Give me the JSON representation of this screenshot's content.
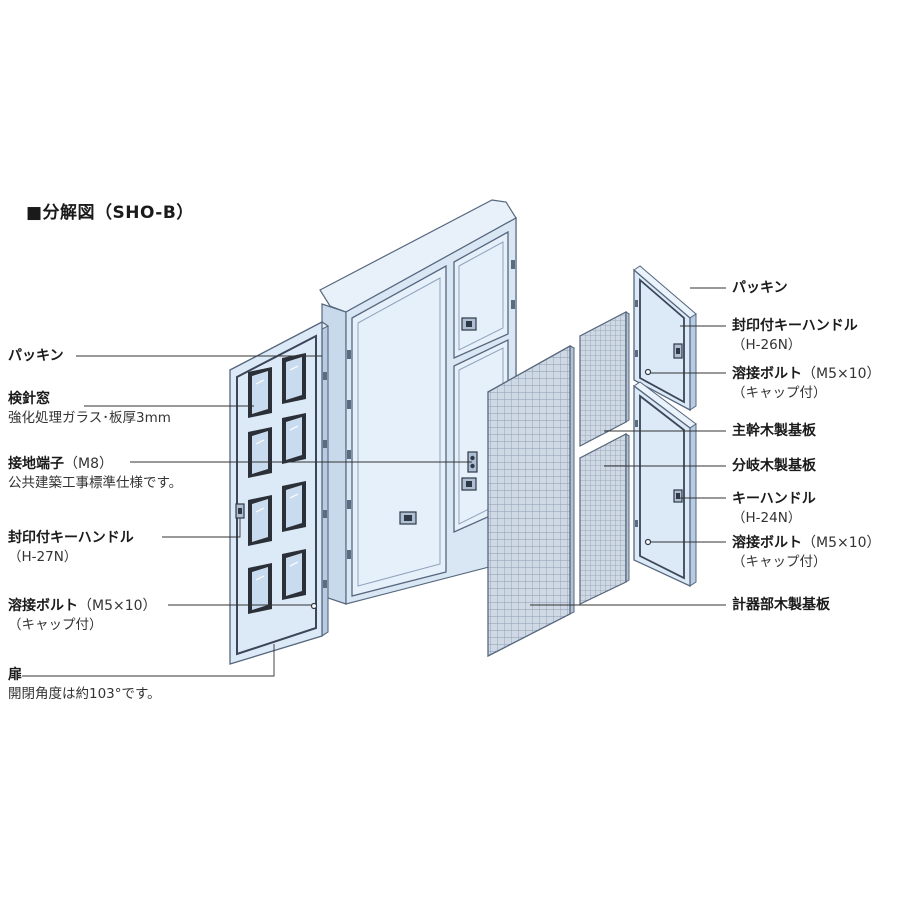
{
  "title": "■分解図（SHO-B）",
  "colors": {
    "panel": "#dce9f7",
    "panel_light": "#eaf3fb",
    "panel_dark": "#b9cde6",
    "outline": "#56677d",
    "board": "#cdd7e3",
    "board_grid": "#93a1b3",
    "window": "#2b2f38",
    "leader": "#333333"
  },
  "labels": {
    "packing_left": {
      "main": "パッキン"
    },
    "meter_window": {
      "main": "検針窓",
      "line2": "強化処理ガラス･板厚3mm"
    },
    "ground_terminal": {
      "main": "接地端子",
      "sub": "（M8）",
      "line2": "公共建築工事標準仕様です。"
    },
    "seal_key_handle_left": {
      "main": "封印付キーハンドル",
      "line2": "（H-27N）"
    },
    "weld_bolt_left": {
      "main": "溶接ボルト",
      "sub": "（M5×10）",
      "line2": "（キャップ付）"
    },
    "door": {
      "main": "扉",
      "line2": "開閉角度は約103°です。"
    },
    "packing_right": {
      "main": "パッキン"
    },
    "seal_key_handle_right": {
      "main": "封印付キーハンドル",
      "line2": "（H-26N）"
    },
    "weld_bolt_right_upper": {
      "main": "溶接ボルト",
      "sub": "（M5×10）",
      "line2": "（キャップ付）"
    },
    "main_trunk_board": {
      "main": "主幹木製基板"
    },
    "branch_board": {
      "main": "分岐木製基板"
    },
    "key_handle": {
      "main": "キーハンドル",
      "line2": "（H-24N）"
    },
    "weld_bolt_right_lower": {
      "main": "溶接ボルト",
      "sub": "（M5×10）",
      "line2": "（キャップ付）"
    },
    "meter_board": {
      "main": "計器部木製基板"
    }
  }
}
